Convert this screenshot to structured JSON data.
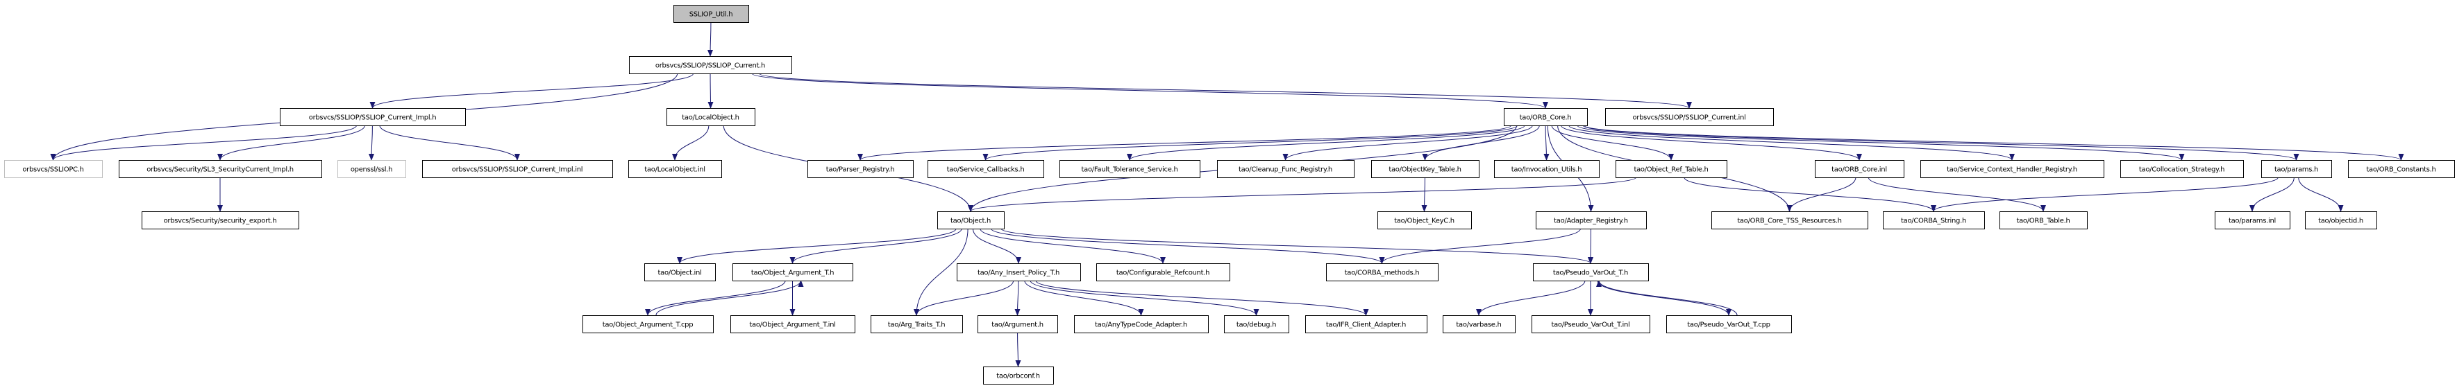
{
  "graph": {
    "type": "include-dependency-graph",
    "colors": {
      "edge": "#191970",
      "root_fill": "#bfbfbf",
      "external_border": "#bfbfbf",
      "node_border": "#000000"
    },
    "nodes": [
      {
        "id": "util",
        "label": "SSLIOP_Util.h",
        "kind": "root"
      },
      {
        "id": "cur",
        "label": "orbsvcs/SSLIOP/SSLIOP_Current.h"
      },
      {
        "id": "curimpl",
        "label": "orbsvcs/SSLIOP/SSLIOP_Current_Impl.h"
      },
      {
        "id": "localobj",
        "label": "tao/LocalObject.h"
      },
      {
        "id": "orbcore",
        "label": "tao/ORB_Core.h"
      },
      {
        "id": "curinl",
        "label": "orbsvcs/SSLIOP/SSLIOP_Current.inl"
      },
      {
        "id": "sslioc",
        "label": "orbsvcs/SSLIOPC.h",
        "kind": "external"
      },
      {
        "id": "sl3",
        "label": "orbsvcs/Security/SL3_SecurityCurrent_Impl.h"
      },
      {
        "id": "openssl",
        "label": "openssl/ssl.h",
        "kind": "external"
      },
      {
        "id": "curimplinl",
        "label": "orbsvcs/SSLIOP/SSLIOP_Current_Impl.inl"
      },
      {
        "id": "localobjinl",
        "label": "tao/LocalObject.inl"
      },
      {
        "id": "parser",
        "label": "tao/Parser_Registry.h"
      },
      {
        "id": "svccb",
        "label": "tao/Service_Callbacks.h"
      },
      {
        "id": "ft",
        "label": "tao/Fault_Tolerance_Service.h"
      },
      {
        "id": "cleanup",
        "label": "tao/Cleanup_Func_Registry.h"
      },
      {
        "id": "okt",
        "label": "tao/ObjectKey_Table.h"
      },
      {
        "id": "invutil",
        "label": "tao/Invocation_Utils.h"
      },
      {
        "id": "ort",
        "label": "tao/Object_Ref_Table.h"
      },
      {
        "id": "orbcoreinl",
        "label": "tao/ORB_Core.inl"
      },
      {
        "id": "schr",
        "label": "tao/Service_Context_Handler_Registry.h"
      },
      {
        "id": "colloc",
        "label": "tao/Collocation_Strategy.h"
      },
      {
        "id": "params",
        "label": "tao/params.h"
      },
      {
        "id": "orbconst",
        "label": "tao/ORB_Constants.h"
      },
      {
        "id": "secexp",
        "label": "orbsvcs/Security/security_export.h"
      },
      {
        "id": "object",
        "label": "tao/Object.h"
      },
      {
        "id": "okc",
        "label": "tao/Object_KeyC.h"
      },
      {
        "id": "adreg",
        "label": "tao/Adapter_Registry.h"
      },
      {
        "id": "tss",
        "label": "tao/ORB_Core_TSS_Resources.h"
      },
      {
        "id": "cstring",
        "label": "tao/CORBA_String.h"
      },
      {
        "id": "orbtable",
        "label": "tao/ORB_Table.h"
      },
      {
        "id": "paramsinl",
        "label": "tao/params.inl"
      },
      {
        "id": "objectid",
        "label": "tao/objectid.h"
      },
      {
        "id": "objinl",
        "label": "tao/Object.inl"
      },
      {
        "id": "oat",
        "label": "tao/Object_Argument_T.h"
      },
      {
        "id": "aip",
        "label": "tao/Any_Insert_Policy_T.h"
      },
      {
        "id": "cref",
        "label": "tao/Configurable_Refcount.h"
      },
      {
        "id": "cmeth",
        "label": "tao/CORBA_methods.h"
      },
      {
        "id": "pvo",
        "label": "tao/Pseudo_VarOut_T.h"
      },
      {
        "id": "oatcpp",
        "label": "tao/Object_Argument_T.cpp"
      },
      {
        "id": "oatinl",
        "label": "tao/Object_Argument_T.inl"
      },
      {
        "id": "argtraits",
        "label": "tao/Arg_Traits_T.h"
      },
      {
        "id": "argument",
        "label": "tao/Argument.h"
      },
      {
        "id": "atca",
        "label": "tao/AnyTypeCode_Adapter.h"
      },
      {
        "id": "debug",
        "label": "tao/debug.h"
      },
      {
        "id": "ifr",
        "label": "tao/IFR_Client_Adapter.h"
      },
      {
        "id": "varbase",
        "label": "tao/varbase.h"
      },
      {
        "id": "pvoinl",
        "label": "tao/Pseudo_VarOut_T.inl"
      },
      {
        "id": "pvocpp",
        "label": "tao/Pseudo_VarOut_T.cpp"
      },
      {
        "id": "orbconf",
        "label": "tao/orbconf.h"
      }
    ],
    "edges": [
      [
        "util",
        "cur"
      ],
      [
        "cur",
        "sslioc"
      ],
      [
        "cur",
        "curimpl"
      ],
      [
        "cur",
        "localobj"
      ],
      [
        "cur",
        "orbcore"
      ],
      [
        "cur",
        "curinl"
      ],
      [
        "curimpl",
        "sslioc"
      ],
      [
        "curimpl",
        "sl3"
      ],
      [
        "curimpl",
        "openssl"
      ],
      [
        "curimpl",
        "curimplinl"
      ],
      [
        "sl3",
        "secexp"
      ],
      [
        "localobj",
        "localobjinl"
      ],
      [
        "localobj",
        "object"
      ],
      [
        "orbcore",
        "object"
      ],
      [
        "orbcore",
        "parser"
      ],
      [
        "orbcore",
        "svccb"
      ],
      [
        "orbcore",
        "ft"
      ],
      [
        "orbcore",
        "cleanup"
      ],
      [
        "orbcore",
        "okt"
      ],
      [
        "orbcore",
        "invutil"
      ],
      [
        "orbcore",
        "ort"
      ],
      [
        "orbcore",
        "adreg"
      ],
      [
        "orbcore",
        "tss"
      ],
      [
        "orbcore",
        "orbcoreinl"
      ],
      [
        "orbcore",
        "schr"
      ],
      [
        "orbcore",
        "colloc"
      ],
      [
        "orbcore",
        "params"
      ],
      [
        "orbcore",
        "orbconst"
      ],
      [
        "okt",
        "okc"
      ],
      [
        "ort",
        "object"
      ],
      [
        "ort",
        "cstring"
      ],
      [
        "orbcoreinl",
        "tss"
      ],
      [
        "orbcoreinl",
        "orbtable"
      ],
      [
        "params",
        "cstring"
      ],
      [
        "params",
        "paramsinl"
      ],
      [
        "params",
        "objectid"
      ],
      [
        "object",
        "objinl"
      ],
      [
        "object",
        "oat"
      ],
      [
        "object",
        "argtraits"
      ],
      [
        "object",
        "aip"
      ],
      [
        "object",
        "cref"
      ],
      [
        "object",
        "cmeth"
      ],
      [
        "object",
        "pvo"
      ],
      [
        "adreg",
        "cmeth"
      ],
      [
        "adreg",
        "pvo"
      ],
      [
        "oat",
        "oatcpp"
      ],
      [
        "oatcpp",
        "oat"
      ],
      [
        "oat",
        "oatinl"
      ],
      [
        "aip",
        "argtraits"
      ],
      [
        "aip",
        "argument"
      ],
      [
        "aip",
        "atca"
      ],
      [
        "aip",
        "debug"
      ],
      [
        "aip",
        "ifr"
      ],
      [
        "argument",
        "orbconf"
      ],
      [
        "pvo",
        "varbase"
      ],
      [
        "pvo",
        "pvoinl"
      ],
      [
        "pvo",
        "pvocpp"
      ],
      [
        "pvocpp",
        "pvo"
      ]
    ]
  }
}
